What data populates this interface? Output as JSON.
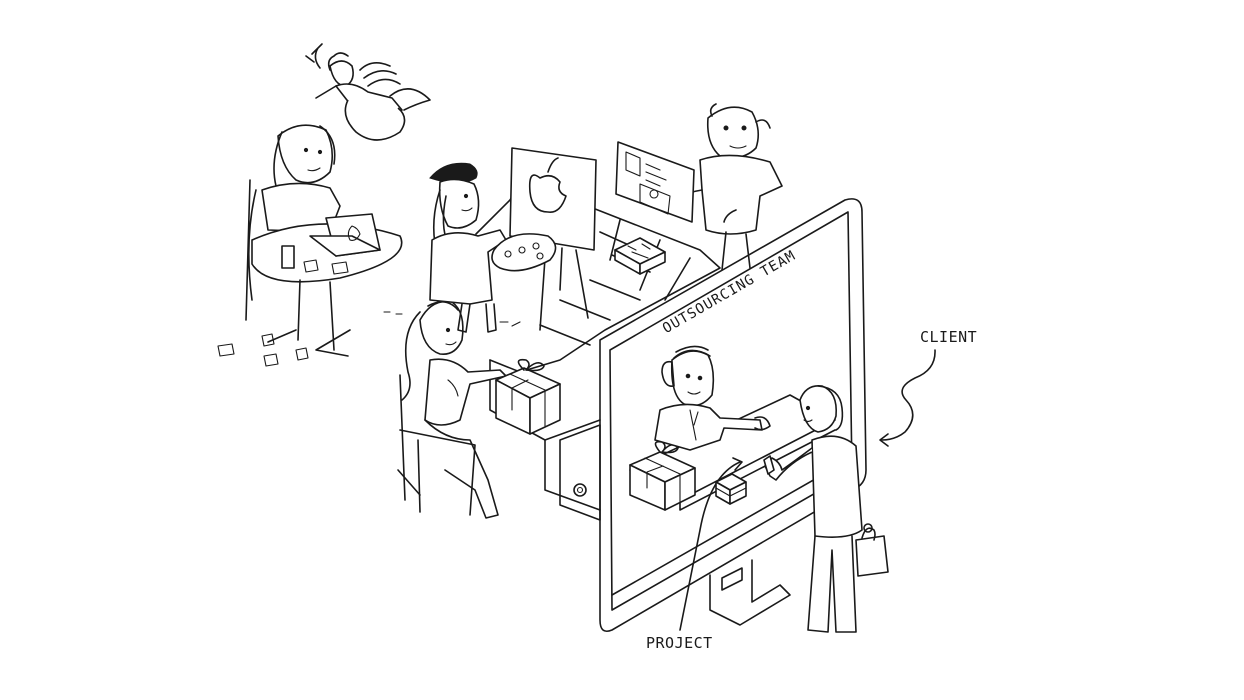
{
  "labels": {
    "team": "OUTSOURCING TEAM",
    "client": "CLIENT",
    "project": "PROJECT"
  },
  "scene": {
    "figures": [
      "cupid",
      "laptop-worker",
      "painter",
      "engineer",
      "gift-packer",
      "support-agent",
      "client"
    ],
    "palette": {
      "ink": "#1a1a1a",
      "paper": "#ffffff"
    }
  }
}
